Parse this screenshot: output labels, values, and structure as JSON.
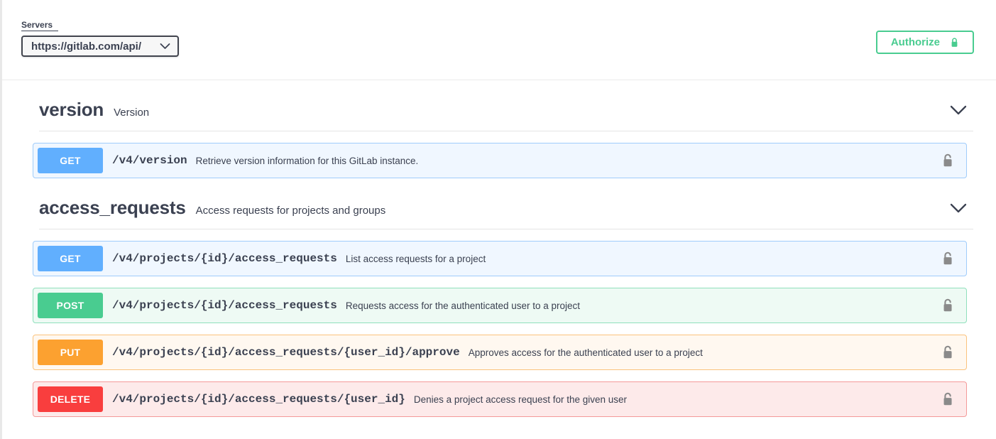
{
  "topbar": {
    "servers_label": "Servers",
    "server_selected": "https://gitlab.com/api/",
    "server_chevron_icon": "chevron-down-icon",
    "authorize_label": "Authorize",
    "authorize_lock_icon": "lock-closed-icon",
    "authorize_color": "#49cc90"
  },
  "sections": [
    {
      "name": "version",
      "description": "Version",
      "chevron_icon": "chevron-down-icon",
      "operations": [
        {
          "method": "GET",
          "method_color": "#61affe",
          "path": "/v4/version",
          "summary": "Retrieve version information for this GitLab instance.",
          "lock_icon": "lock-open-icon"
        }
      ]
    },
    {
      "name": "access_requests",
      "description": "Access requests for projects and groups",
      "chevron_icon": "chevron-down-icon",
      "operations": [
        {
          "method": "GET",
          "method_color": "#61affe",
          "path": "/v4/projects/{id}/access_requests",
          "summary": "List access requests for a project",
          "lock_icon": "lock-open-icon"
        },
        {
          "method": "POST",
          "method_color": "#49cc90",
          "path": "/v4/projects/{id}/access_requests",
          "summary": "Requests access for the authenticated user to a project",
          "lock_icon": "lock-open-icon"
        },
        {
          "method": "PUT",
          "method_color": "#fca130",
          "path": "/v4/projects/{id}/access_requests/{user_id}/approve",
          "summary": "Approves access for the authenticated user to a project",
          "lock_icon": "lock-open-icon"
        },
        {
          "method": "DELETE",
          "method_color": "#f93e3e",
          "path": "/v4/projects/{id}/access_requests/{user_id}",
          "summary": "Denies a project access request for the given user",
          "lock_icon": "lock-open-icon"
        }
      ]
    }
  ]
}
